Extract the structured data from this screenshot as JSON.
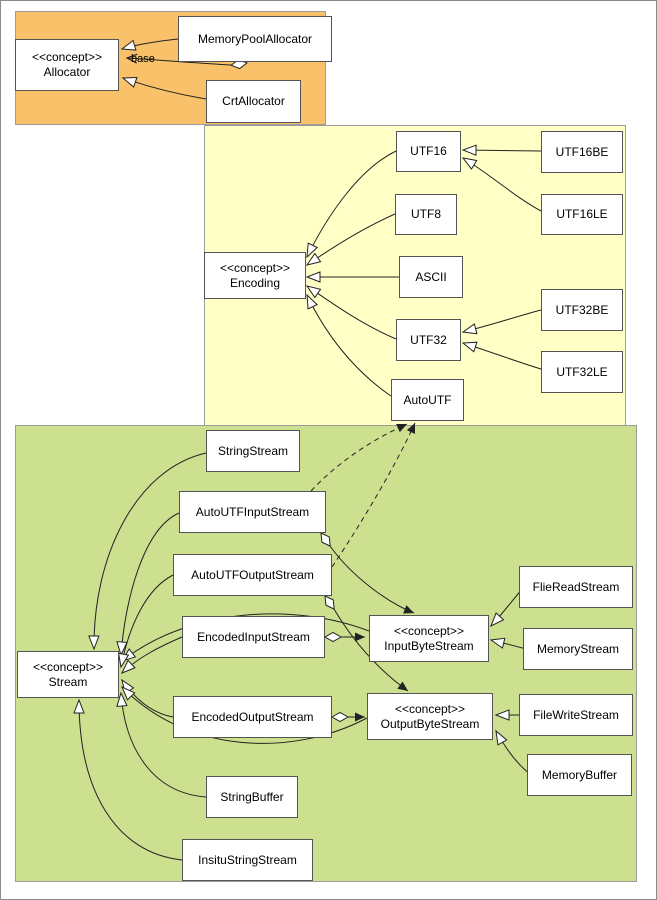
{
  "diagram": {
    "edge_label_base": "base",
    "regions": {
      "allocator": {
        "color": "#F9C169"
      },
      "encoding": {
        "color": "#FFFFC6"
      },
      "stream": {
        "color": "#CCE08F"
      }
    },
    "nodes": {
      "allocator": {
        "stereotype": "<<concept>>",
        "name": "Allocator"
      },
      "memoryPoolAllocator": {
        "name": "MemoryPoolAllocator"
      },
      "crtAllocator": {
        "name": "CrtAllocator"
      },
      "encoding": {
        "stereotype": "<<concept>>",
        "name": "Encoding"
      },
      "utf16": {
        "name": "UTF16"
      },
      "utf8": {
        "name": "UTF8"
      },
      "ascii": {
        "name": "ASCII"
      },
      "utf32": {
        "name": "UTF32"
      },
      "autoUtf": {
        "name": "AutoUTF"
      },
      "utf16be": {
        "name": "UTF16BE"
      },
      "utf16le": {
        "name": "UTF16LE"
      },
      "utf32be": {
        "name": "UTF32BE"
      },
      "utf32le": {
        "name": "UTF32LE"
      },
      "stream": {
        "stereotype": "<<concept>>",
        "name": "Stream"
      },
      "stringStream": {
        "name": "StringStream"
      },
      "autoUtfInputStream": {
        "name": "AutoUTFInputStream"
      },
      "autoUtfOutputStream": {
        "name": "AutoUTFOutputStream"
      },
      "encodedInputStream": {
        "name": "EncodedInputStream"
      },
      "encodedOutputStream": {
        "name": "EncodedOutputStream"
      },
      "stringBuffer": {
        "name": "StringBuffer"
      },
      "insituStringStream": {
        "name": "InsituStringStream"
      },
      "inputByteStream": {
        "stereotype": "<<concept>>",
        "name": "InputByteStream"
      },
      "outputByteStream": {
        "stereotype": "<<concept>>",
        "name": "OutputByteStream"
      },
      "flieReadStream": {
        "name": "FlieReadStream"
      },
      "memoryStream": {
        "name": "MemoryStream"
      },
      "fileWriteStream": {
        "name": "FileWriteStream"
      },
      "memoryBuffer": {
        "name": "MemoryBuffer"
      }
    },
    "edges": [
      {
        "from": "MemoryPoolAllocator",
        "to": "Allocator",
        "type": "realization"
      },
      {
        "from": "MemoryPoolAllocator",
        "to": "Allocator",
        "type": "aggregation",
        "label": "base"
      },
      {
        "from": "CrtAllocator",
        "to": "Allocator",
        "type": "realization"
      },
      {
        "from": "UTF16",
        "to": "Encoding",
        "type": "realization"
      },
      {
        "from": "UTF8",
        "to": "Encoding",
        "type": "realization"
      },
      {
        "from": "ASCII",
        "to": "Encoding",
        "type": "realization"
      },
      {
        "from": "UTF32",
        "to": "Encoding",
        "type": "realization"
      },
      {
        "from": "AutoUTF",
        "to": "Encoding",
        "type": "realization"
      },
      {
        "from": "UTF16BE",
        "to": "UTF16",
        "type": "realization"
      },
      {
        "from": "UTF16LE",
        "to": "UTF16",
        "type": "realization"
      },
      {
        "from": "UTF32BE",
        "to": "UTF32",
        "type": "realization"
      },
      {
        "from": "UTF32LE",
        "to": "UTF32",
        "type": "realization"
      },
      {
        "from": "StringStream",
        "to": "Stream",
        "type": "realization"
      },
      {
        "from": "AutoUTFInputStream",
        "to": "Stream",
        "type": "realization"
      },
      {
        "from": "AutoUTFOutputStream",
        "to": "Stream",
        "type": "realization"
      },
      {
        "from": "EncodedInputStream",
        "to": "Stream",
        "type": "realization"
      },
      {
        "from": "EncodedOutputStream",
        "to": "Stream",
        "type": "realization"
      },
      {
        "from": "StringBuffer",
        "to": "Stream",
        "type": "realization"
      },
      {
        "from": "InsituStringStream",
        "to": "Stream",
        "type": "realization"
      },
      {
        "from": "InputByteStream",
        "to": "Stream",
        "type": "realization"
      },
      {
        "from": "OutputByteStream",
        "to": "Stream",
        "type": "realization"
      },
      {
        "from": "AutoUTFInputStream",
        "to": "InputByteStream",
        "type": "aggregation"
      },
      {
        "from": "EncodedInputStream",
        "to": "InputByteStream",
        "type": "aggregation"
      },
      {
        "from": "AutoUTFOutputStream",
        "to": "OutputByteStream",
        "type": "aggregation"
      },
      {
        "from": "EncodedOutputStream",
        "to": "OutputByteStream",
        "type": "aggregation"
      },
      {
        "from": "AutoUTFInputStream",
        "to": "AutoUTF",
        "type": "dependency"
      },
      {
        "from": "AutoUTFOutputStream",
        "to": "AutoUTF",
        "type": "dependency"
      },
      {
        "from": "FlieReadStream",
        "to": "InputByteStream",
        "type": "realization"
      },
      {
        "from": "MemoryStream",
        "to": "InputByteStream",
        "type": "realization"
      },
      {
        "from": "FileWriteStream",
        "to": "OutputByteStream",
        "type": "realization"
      },
      {
        "from": "MemoryBuffer",
        "to": "OutputByteStream",
        "type": "realization"
      }
    ]
  }
}
